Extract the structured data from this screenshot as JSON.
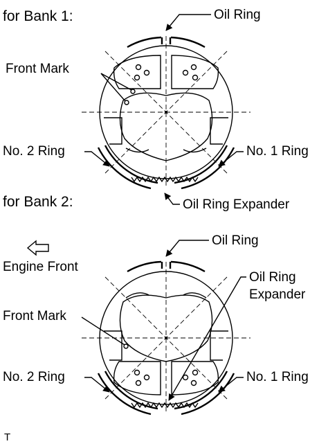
{
  "bank1": {
    "heading": "for Bank 1:",
    "oil_ring": "Oil Ring",
    "front_mark": "Front Mark",
    "no2_ring": "No. 2 Ring",
    "no1_ring": "No. 1 Ring",
    "oil_ring_expander": "Oil Ring Expander"
  },
  "bank2": {
    "heading": "for Bank 2:",
    "oil_ring": "Oil Ring",
    "engine_front": "Engine Front",
    "oil_ring_expander_line1": "Oil Ring",
    "oil_ring_expander_line2": "Expander",
    "front_mark": "Front Mark",
    "no2_ring": "No. 2 Ring",
    "no1_ring": "No. 1 Ring"
  },
  "footer": {
    "code": "T"
  }
}
